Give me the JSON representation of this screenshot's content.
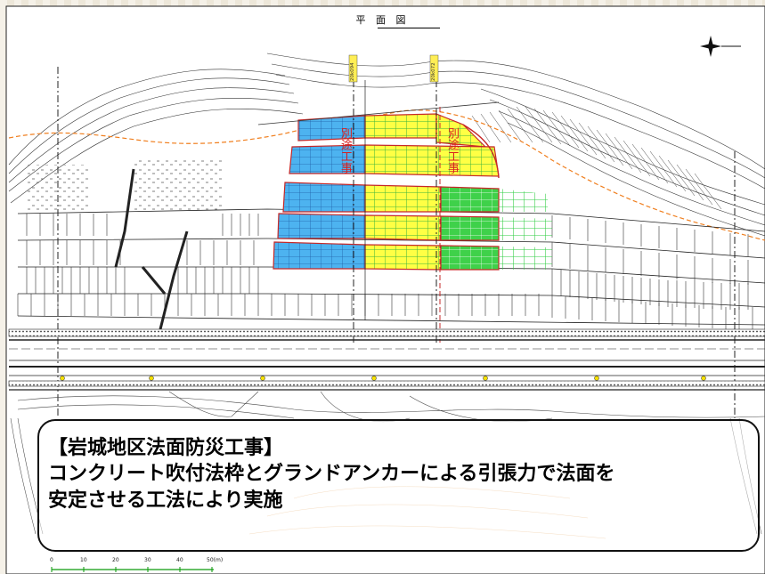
{
  "drawing_title": "平 面 図",
  "station_labels": [
    "20k094",
    "20k072"
  ],
  "separate_work_labels": [
    "別途工事",
    "別途工事"
  ],
  "overlay": {
    "heading": "【岩城地区法面防災工事】",
    "line1": "コンクリート吹付法枠とグランドアンカーによる引張力で法面を",
    "line2": "安定させる工法により実施"
  },
  "scale_bar": {
    "ticks": [
      "0",
      "10",
      "20",
      "30",
      "40",
      "50(m)"
    ]
  },
  "colors": {
    "frame_blue": "#3fa9f5",
    "frame_yellow": "#ffff33",
    "frame_green": "#2ecc40",
    "outline_red": "#c62828",
    "contour_orange": "#f07f1f",
    "scale_green": "#0a9a0a"
  },
  "icons": [
    "north-arrow-icon"
  ]
}
